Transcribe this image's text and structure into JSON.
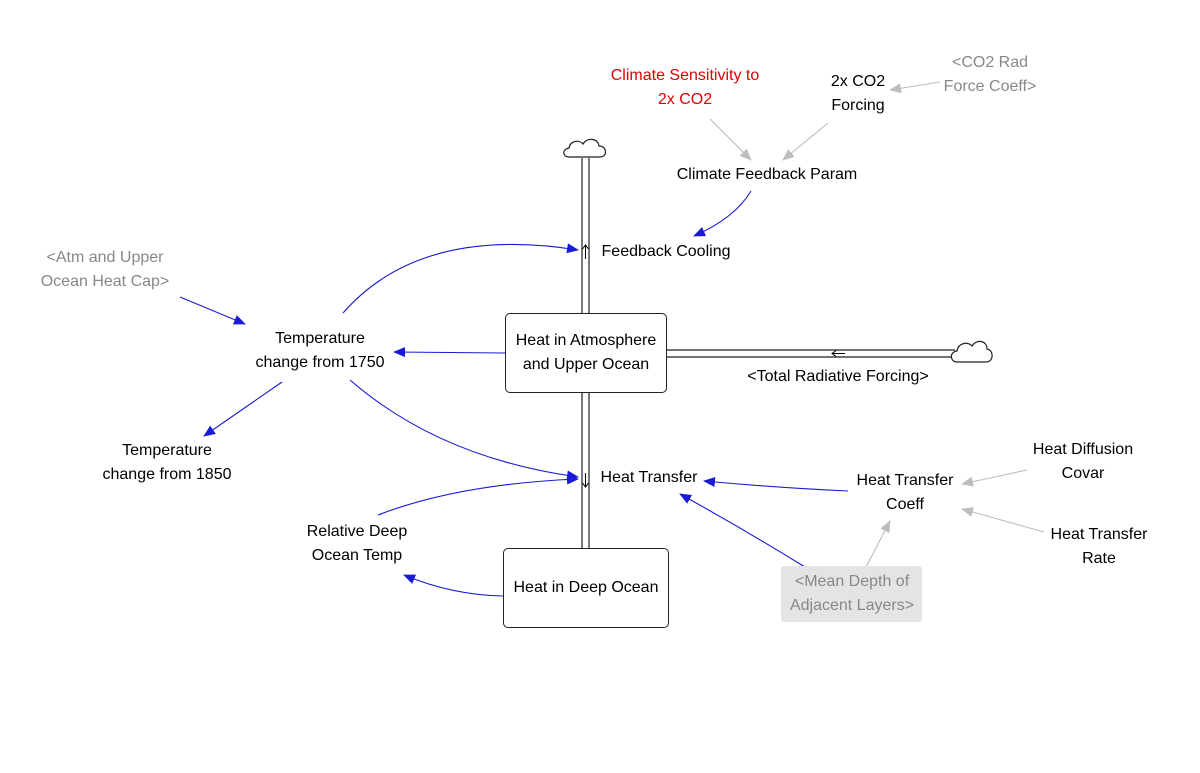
{
  "stocks": {
    "heat_atm": [
      "Heat in Atmosphere",
      "and Upper Ocean"
    ],
    "heat_deep": [
      "Heat in Deep Ocean"
    ]
  },
  "flows": {
    "feedback_cooling": "Feedback Cooling",
    "heat_transfer": "Heat Transfer",
    "total_radiative_forcing": "<Total Radiative Forcing>"
  },
  "variables": {
    "climate_sensitivity": [
      "Climate Sensitivity to",
      "2x CO2"
    ],
    "co2_forcing": [
      "2x CO2",
      "Forcing"
    ],
    "co2_rad_force_coeff": [
      "<CO2 Rad",
      "Force Coeff>"
    ],
    "climate_feedback_param": [
      "Climate Feedback Param"
    ],
    "atm_heat_cap": [
      "<Atm and Upper",
      "Ocean Heat Cap>"
    ],
    "temp_1750": [
      "Temperature",
      "change from 1750"
    ],
    "temp_1850": [
      "Temperature",
      "change from 1850"
    ],
    "relative_deep_ocean_temp": [
      "Relative Deep",
      "Ocean Temp"
    ],
    "heat_transfer_coeff": [
      "Heat Transfer",
      "Coeff"
    ],
    "heat_diffusion_covar": [
      "Heat Diffusion",
      "Covar"
    ],
    "heat_transfer_rate": [
      "Heat Transfer",
      "Rate"
    ],
    "mean_depth": [
      "<Mean Depth of",
      "Adjacent Layers>"
    ]
  },
  "colors": {
    "causal_link": "#1a1ad6",
    "shadow_link": "#bdbdbd",
    "shadow_text": "#888888",
    "key_variable": "#e00000",
    "pipe": "#222222"
  }
}
